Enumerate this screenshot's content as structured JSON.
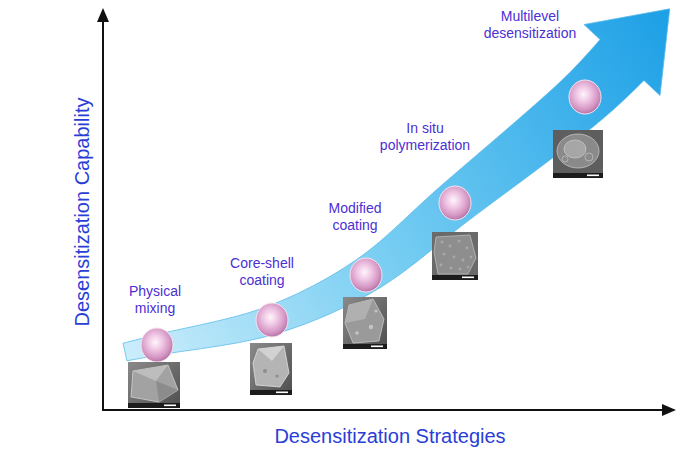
{
  "diagram": {
    "labels": [
      "Physical mixing",
      "Core-shell coating",
      "Modified coating",
      "In situ polymerization",
      "Multilevel desensitization",
      "Desensitization Capability",
      "Desensitization Strategies"
    ]
  }
}
